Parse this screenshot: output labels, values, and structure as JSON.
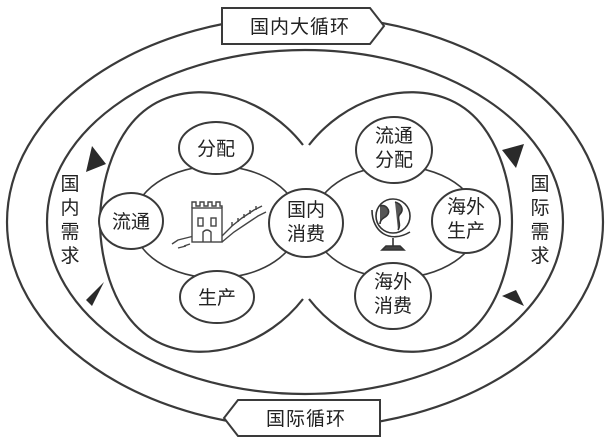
{
  "banners": {
    "top": "国内大循环",
    "bottom": "国际循环"
  },
  "side_labels": {
    "left": [
      "国",
      "内",
      "需",
      "求"
    ],
    "right": [
      "国",
      "际",
      "需",
      "求"
    ]
  },
  "domestic_nodes": {
    "distribution": "分配",
    "circulation": "流通",
    "production": "生产"
  },
  "center_node": {
    "line1": "国内",
    "line2": "消费"
  },
  "overseas_nodes": {
    "circulation_distribution": {
      "line1": "流通",
      "line2": "分配"
    },
    "production": {
      "line1": "海外",
      "line2": "生产"
    },
    "consumption": {
      "line1": "海外",
      "line2": "消费"
    }
  },
  "icons": {
    "left_loop": "great-wall-icon",
    "right_loop": "globe-icon"
  }
}
